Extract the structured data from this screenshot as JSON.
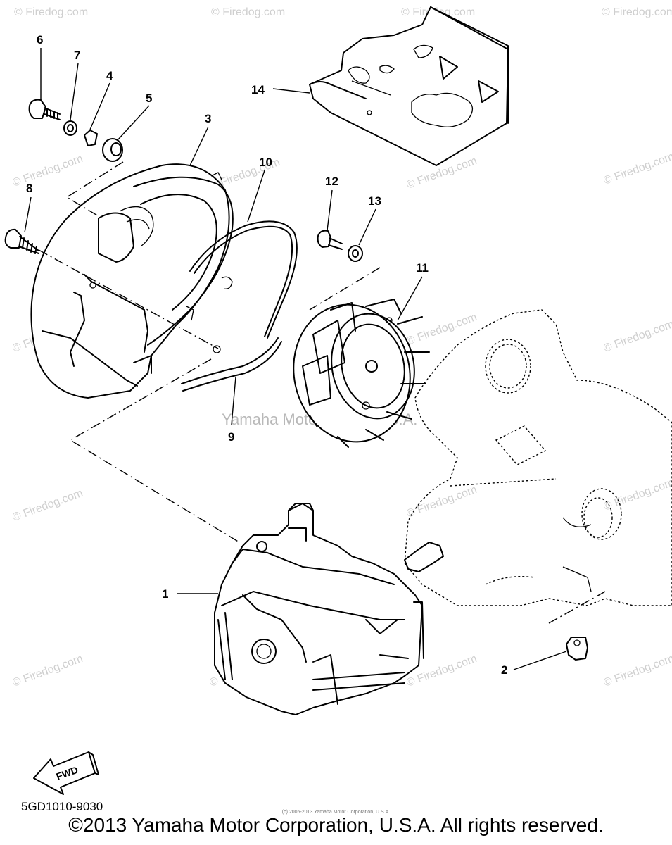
{
  "diagram": {
    "code": "5GD1010-9030",
    "copyright": "©2013 Yamaha Motor Corporation, U.S.A. All rights reserved.",
    "small_copyright": "(c) 2005-2013 Yamaha Motor Corporation, U.S.A.",
    "fwd_label": "FWD",
    "watermark_center": "Yamaha Motor Corp., U.S.A.",
    "watermark": "© Firedog.com",
    "parts": [
      "1",
      "2",
      "3",
      "4",
      "5",
      "6",
      "7",
      "8",
      "9",
      "10",
      "11",
      "12",
      "13",
      "14"
    ]
  }
}
